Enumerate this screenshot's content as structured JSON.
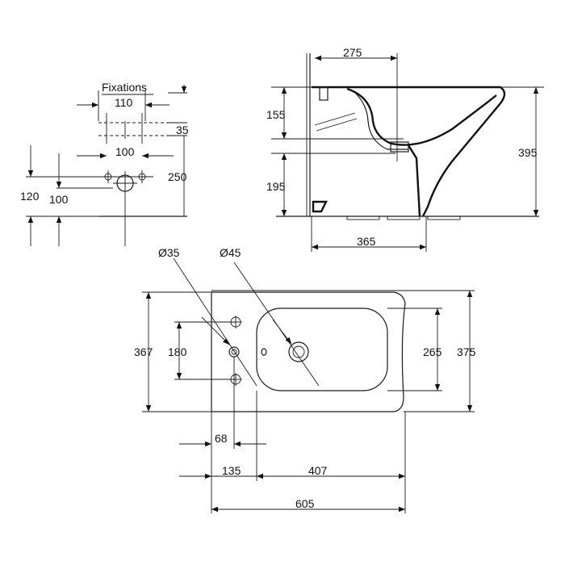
{
  "drawing": {
    "fixations_label": "Fixations",
    "fixing_view": {
      "dim_110": "110",
      "dim_35": "35",
      "dim_100_top": "100",
      "dim_250": "250",
      "dim_120": "120",
      "dim_100_left": "100"
    },
    "side_view": {
      "dim_275": "275",
      "dim_155": "155",
      "dim_195": "195",
      "dim_395": "395",
      "dim_365": "365"
    },
    "top_view": {
      "dia_35": "Ø35",
      "dia_45": "Ø45",
      "dim_367": "367",
      "dim_180": "180",
      "dim_265": "265",
      "dim_375": "375",
      "dim_68": "68",
      "dim_135": "135",
      "dim_407": "407",
      "dim_605": "605"
    }
  }
}
